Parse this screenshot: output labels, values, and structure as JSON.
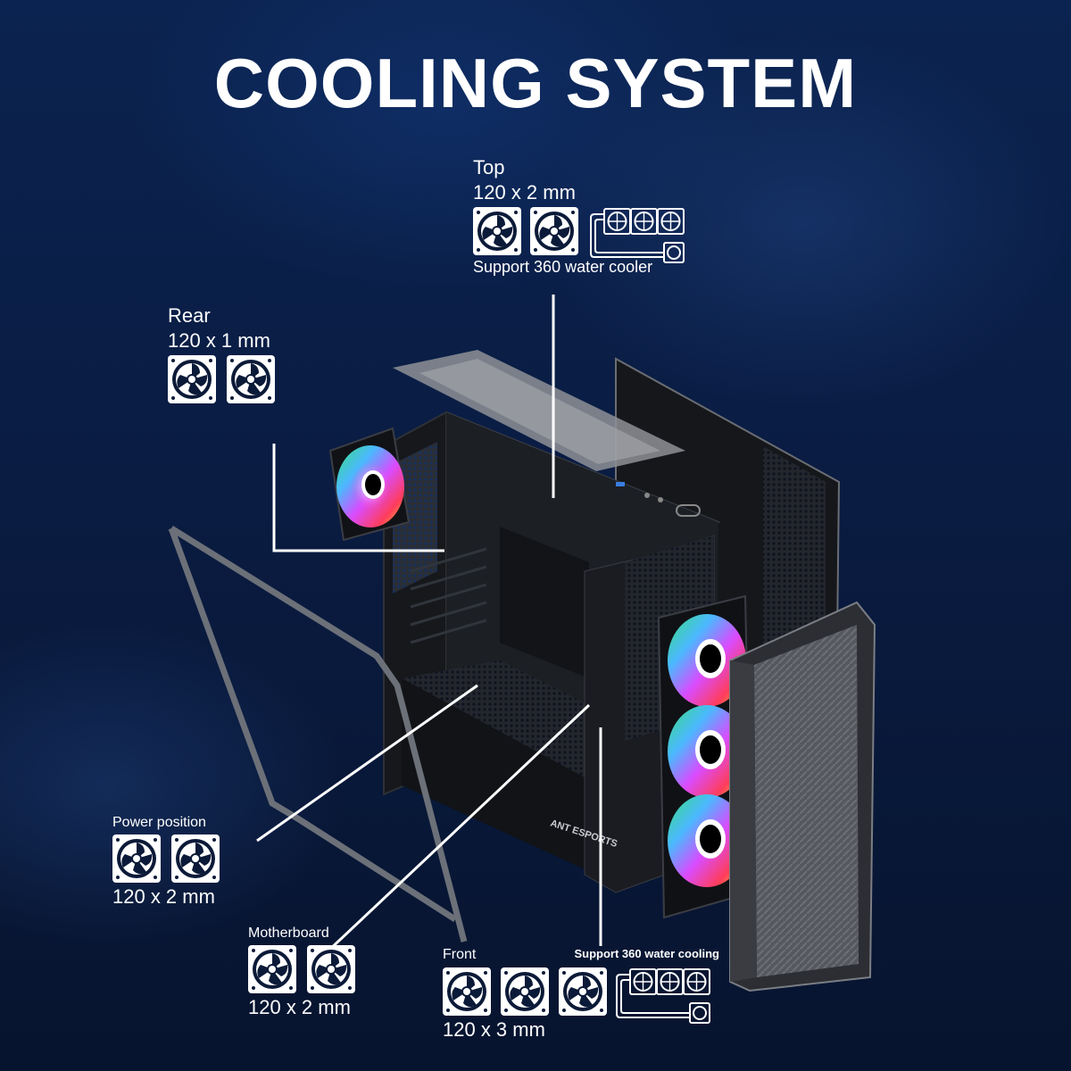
{
  "title": "COOLING SYSTEM",
  "colors": {
    "background_top": "#0b2350",
    "background_bottom": "#07142f",
    "text": "#ffffff",
    "leader_lines": "#ffffff",
    "case_body": "#1a1c20",
    "case_mesh": "#2a2d33"
  },
  "labels": {
    "top": {
      "name": "Top",
      "size": "120 x 2 mm",
      "fan_count": 2,
      "note": "Support 360 water cooler",
      "icons": [
        "fan-icon",
        "fan-icon",
        "radiator-360-icon"
      ]
    },
    "rear": {
      "name": "Rear",
      "size": "120 x 1 mm",
      "fan_count": 2,
      "icons": [
        "fan-icon",
        "fan-icon"
      ]
    },
    "power": {
      "name": "Power position",
      "size": "120 x 2 mm",
      "fan_count": 2,
      "icons": [
        "fan-icon",
        "fan-icon"
      ]
    },
    "motherboard": {
      "name": "Motherboard",
      "size": "120 x 2 mm",
      "fan_count": 2,
      "icons": [
        "fan-icon",
        "fan-icon"
      ]
    },
    "front": {
      "name": "Front",
      "size": "120 x 3 mm",
      "fan_count": 3,
      "note": "Support 360 water cooling",
      "icons": [
        "fan-icon",
        "fan-icon",
        "fan-icon",
        "radiator-360-icon"
      ]
    }
  },
  "brand": {
    "case_logo": "ANT ESPORTS"
  }
}
